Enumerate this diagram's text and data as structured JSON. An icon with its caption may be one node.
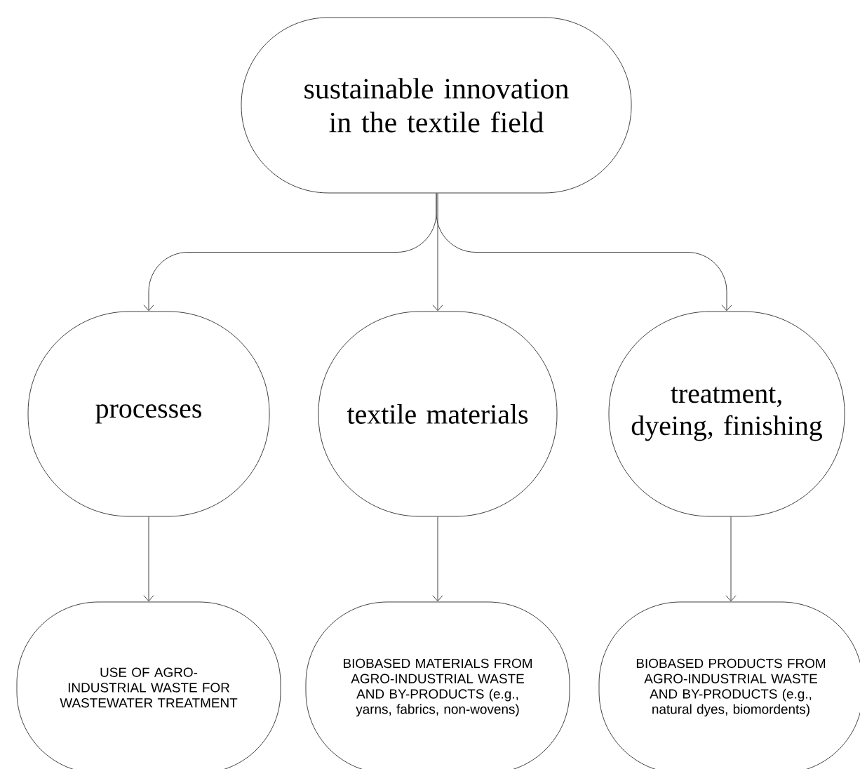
{
  "diagram": {
    "nodes": [
      {
        "text": [
          "sustainable innovation in the textile field"
        ]
      },
      {
        "text": [
          "processes"
        ]
      },
      {
        "text": [
          "textile materials"
        ]
      },
      {
        "text": [
          "treatment, dyeing, finishing"
        ]
      },
      {
        "text": [
          "USE OF AGRO-INDUSTRIAL WASTE FOR WASTEWATER TREATMENT"
        ]
      },
      {
        "text": [
          "BIOBASED MATERIALS FROM AGRO-INDUSTRIAL WASTE AND BY-PRODUCTS (e.g., yarns, fabrics, non-wovens)"
        ]
      },
      {
        "text": [
          "BIOBASED PRODUCTS FROM AGRO-INDUSTRIAL WASTE AND BY-PRODUCTS (e.g., natural dyes, biomordents)"
        ]
      }
    ],
    "edges": [
      {
        "from": 0,
        "to": 1,
        "arrow": "to"
      },
      {
        "from": 0,
        "to": 2,
        "arrow": "to"
      },
      {
        "from": 0,
        "to": 3,
        "arrow": "to"
      },
      {
        "from": 1,
        "to": 4,
        "arrow": "to"
      },
      {
        "from": 2,
        "to": 5,
        "arrow": "to"
      },
      {
        "from": 3,
        "to": 6,
        "arrow": "to"
      }
    ]
  }
}
